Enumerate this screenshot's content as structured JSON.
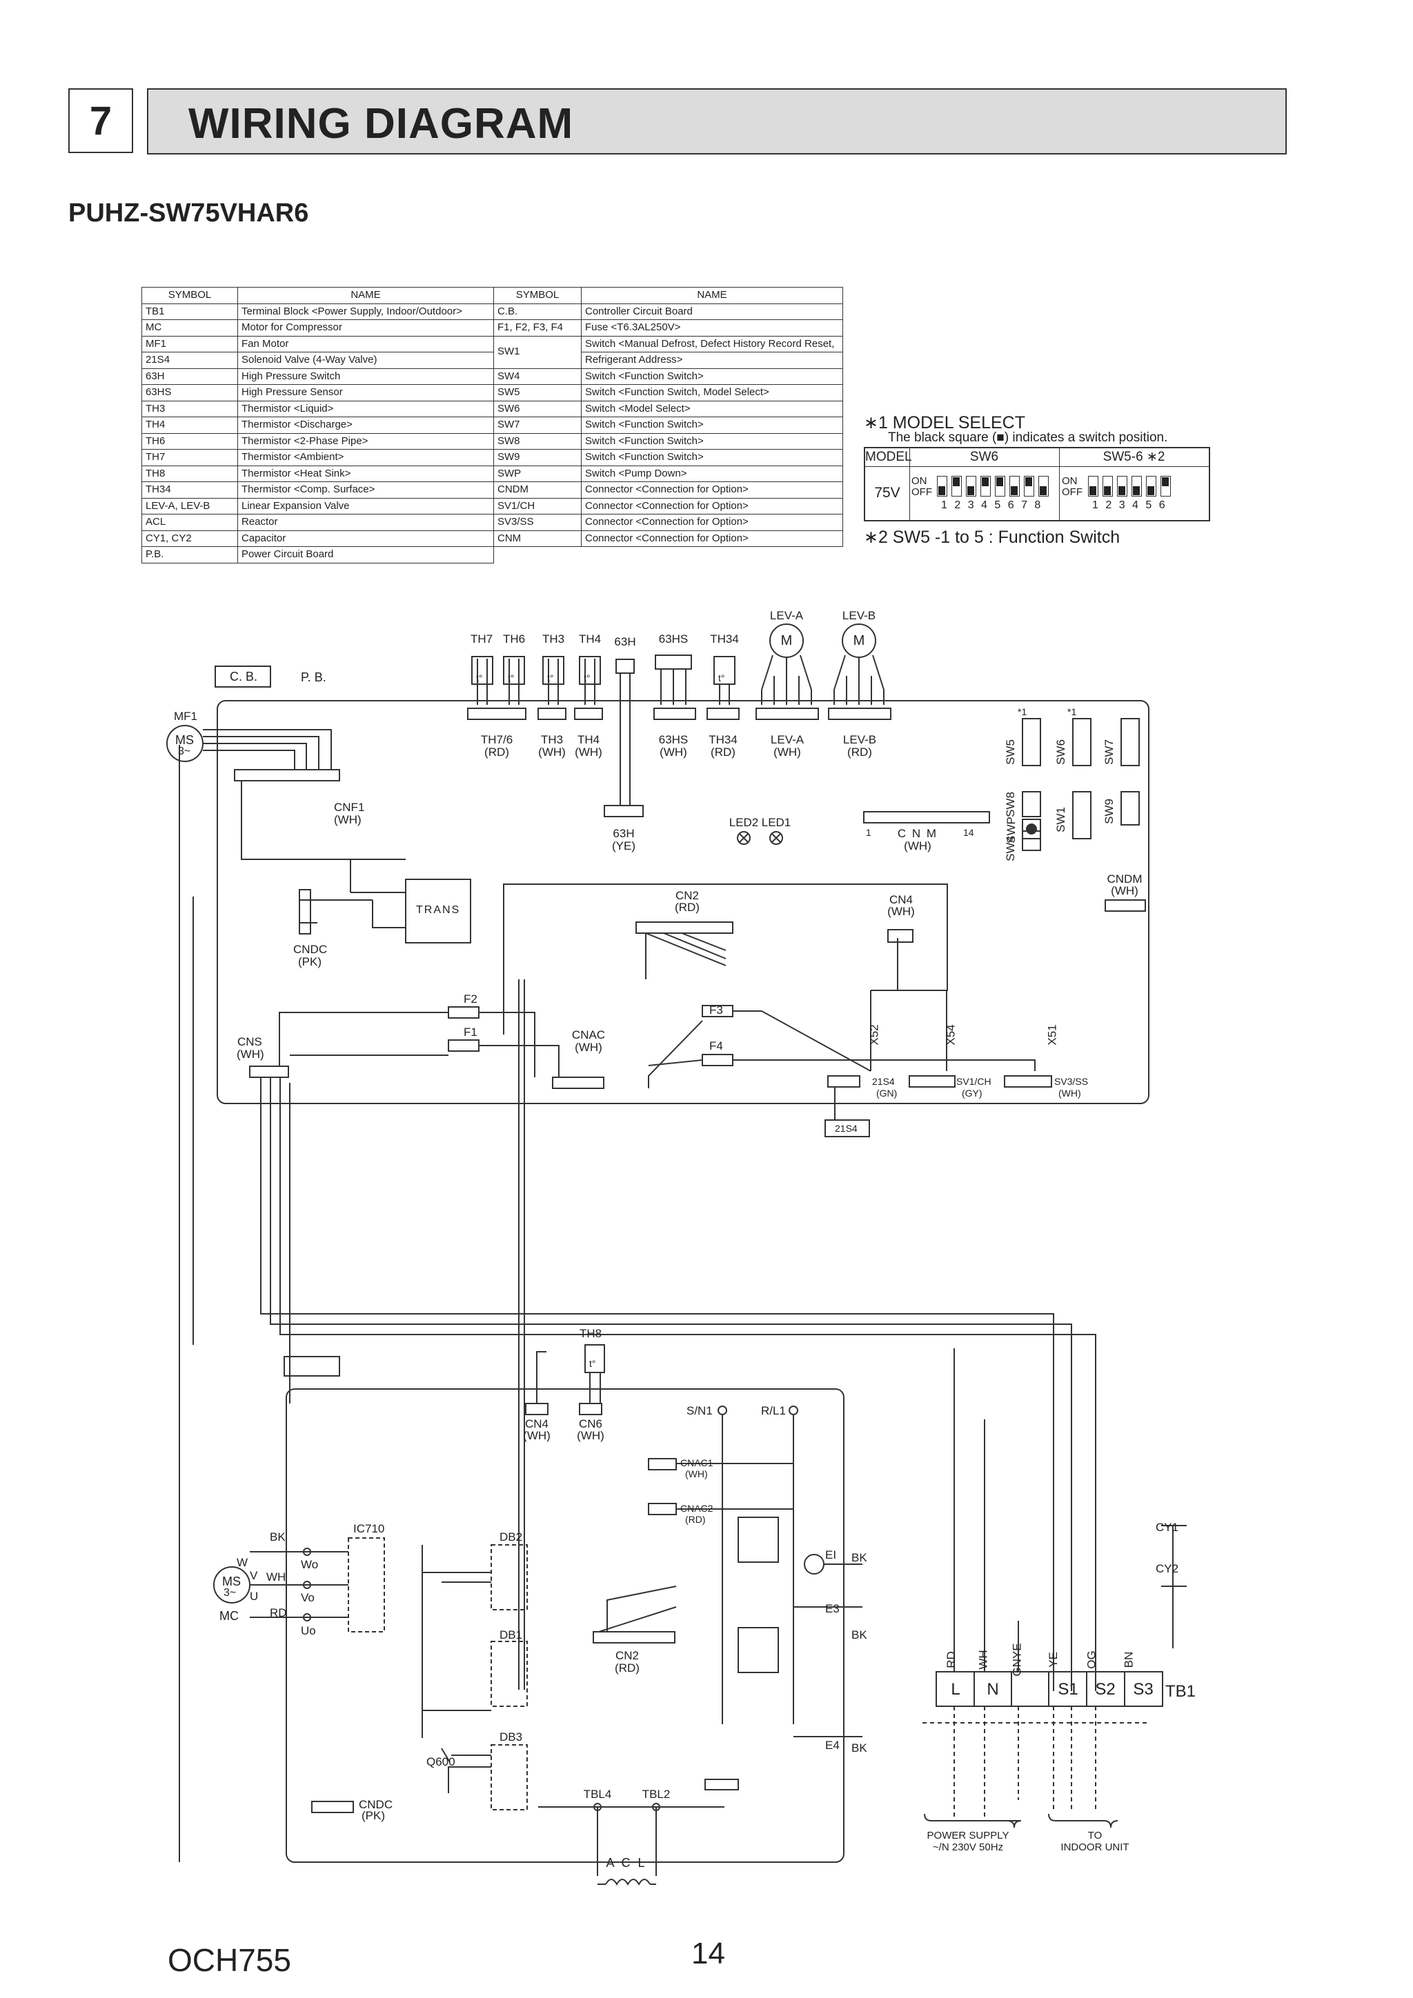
{
  "header": {
    "section_number": "7",
    "title": "WIRING DIAGRAM",
    "model": "PUHZ-SW75VHAR6"
  },
  "symbol_table": {
    "header": {
      "symbol": "SYMBOL",
      "name": "NAME"
    },
    "left": [
      {
        "symbol": "TB1",
        "name": "Terminal Block <Power Supply, Indoor/Outdoor>"
      },
      {
        "symbol": "MC",
        "name": "Motor for Compressor"
      },
      {
        "symbol": "MF1",
        "name": "Fan Motor"
      },
      {
        "symbol": "21S4",
        "name": "Solenoid Valve (4-Way Valve)"
      },
      {
        "symbol": "63H",
        "name": "High Pressure Switch"
      },
      {
        "symbol": "63HS",
        "name": "High Pressure Sensor"
      },
      {
        "symbol": "TH3",
        "name": "Thermistor <Liquid>"
      },
      {
        "symbol": "TH4",
        "name": "Thermistor <Discharge>"
      },
      {
        "symbol": "TH6",
        "name": "Thermistor <2-Phase Pipe>"
      },
      {
        "symbol": "TH7",
        "name": "Thermistor <Ambient>"
      },
      {
        "symbol": "TH8",
        "name": "Thermistor <Heat Sink>"
      },
      {
        "symbol": "TH34",
        "name": "Thermistor <Comp. Surface>"
      },
      {
        "symbol": "LEV-A, LEV-B",
        "name": "Linear Expansion Valve"
      },
      {
        "symbol": "ACL",
        "name": "Reactor"
      },
      {
        "symbol": "CY1, CY2",
        "name": "Capacitor"
      },
      {
        "symbol": "P.B.",
        "name": "Power Circuit Board"
      }
    ],
    "right": [
      {
        "symbol": "C.B.",
        "name": "Controller Circuit Board"
      },
      {
        "symbol": "F1, F2, F3, F4",
        "name": "Fuse <T6.3AL250V>"
      },
      {
        "symbol": "SW1",
        "name": "Switch <Manual Defrost, Defect History Record Reset,",
        "name2": "Refrigerant Address>"
      },
      {
        "symbol": "SW4",
        "name": "Switch <Function Switch>"
      },
      {
        "symbol": "SW5",
        "name": "Switch <Function Switch, Model Select>"
      },
      {
        "symbol": "SW6",
        "name": "Switch <Model Select>"
      },
      {
        "symbol": "SW7",
        "name": "Switch <Function Switch>"
      },
      {
        "symbol": "SW8",
        "name": "Switch <Function Switch>"
      },
      {
        "symbol": "SW9",
        "name": "Switch <Function Switch>"
      },
      {
        "symbol": "SWP",
        "name": "Switch <Pump Down>"
      },
      {
        "symbol": "CNDM",
        "name": "Connector <Connection for Option>"
      },
      {
        "symbol": "SV1/CH",
        "name": "Connector <Connection for Option>"
      },
      {
        "symbol": "SV3/SS",
        "name": "Connector <Connection for Option>"
      },
      {
        "symbol": "CNM",
        "name": "Connector <Connection for Option>"
      }
    ]
  },
  "model_select": {
    "note": "∗1 MODEL SELECT",
    "sub": "The black square (■) indicates a switch position.",
    "col_model": "MODEL",
    "col_sw6": "SW6",
    "col_sw56": "SW5-6 ∗2",
    "model": "75V",
    "on": "ON",
    "off": "OFF",
    "sw6_digits": "1 2 3 4 5 6 7 8",
    "sw56_digits": "1 2 3 4 5 6",
    "sw6_on": [
      false,
      true,
      false,
      true,
      true,
      false,
      true,
      false
    ],
    "sw56_on": [
      false,
      false,
      false,
      false,
      false,
      true
    ],
    "note2": "∗2  SW5 -1 to 5 : Function Switch"
  },
  "diagram": {
    "cb": "C. B.",
    "pb": "P. B.",
    "mf1": "MF1",
    "ms": "MS",
    "phase": "3~",
    "mc": "MC",
    "th7": "TH7",
    "th6": "TH6",
    "th3": "TH3",
    "th4": "TH4",
    "h63": "63H",
    "hs63": "63HS",
    "th34": "TH34",
    "leva": "LEV-A",
    "levb": "LEV-B",
    "m": "M",
    "tdeg": "t°",
    "conn_th76": "TH7/6",
    "conn_th3": "TH3",
    "conn_th4": "TH4",
    "conn_63hs": "63HS",
    "conn_th34": "TH34",
    "conn_leva": "LEV-A",
    "conn_levb": "LEV-B",
    "rd": "(RD)",
    "wh": "(WH)",
    "ye": "(YE)",
    "pk": "(PK)",
    "gn": "(GN)",
    "gy": "(GY)",
    "cnf1": "CNF1",
    "conn_63h": "63H",
    "led2": "LED2",
    "led1": "LED1",
    "cnm": "C N M",
    "sw5": "SW5",
    "sw6": "SW6",
    "sw7": "SW7",
    "sw8": "SW8",
    "swp": "SWP",
    "sw1": "SW1",
    "sw9": "SW9",
    "sw4": "SW4",
    "star1": "*1",
    "cndm": "CNDM",
    "trans": "TRANS",
    "cndc": "CNDC",
    "cn2": "CN2",
    "cn4": "CN4",
    "cns": "CNS",
    "cnac": "CNAC",
    "f1": "F1",
    "f2": "F2",
    "f3": "F3",
    "f4": "F4",
    "x52": "X52",
    "x54": "X54",
    "x51": "X51",
    "c21s4": "21S4",
    "sv1ch": "SV1/CH",
    "sv3ss": "SV3/SS",
    "box21s4": "21S4",
    "th8": "TH8",
    "cn6": "CN6",
    "sn1": "S/N1",
    "rl1": "R/L1",
    "cnac1": "CNAC1",
    "cnac2": "CNAC2",
    "ic710": "IC710",
    "db1": "DB1",
    "db2": "DB2",
    "db3": "DB3",
    "q600": "Q600",
    "bk": "BK",
    "wh_w": "WH",
    "rd_w": "RD",
    "wo": "Wo",
    "vo": "Vo",
    "uo": "Uo",
    "w": "W",
    "v": "V",
    "u": "U",
    "ei": "EI",
    "e3": "E3",
    "e4": "E4",
    "tbl4": "TBL4",
    "tbl2": "TBL2",
    "acl": "A C L",
    "cy1": "CY1",
    "cy2": "CY2",
    "tb1": "TB1",
    "wire_rd": "RD",
    "wire_wh": "WH",
    "wire_gnye": "GNYE",
    "wire_ye": "YE",
    "wire_og": "OG",
    "wire_bn": "BN",
    "term_l": "L",
    "term_n": "N",
    "term_s1": "S1",
    "term_s2": "S2",
    "term_s3": "S3",
    "power_supply": "POWER SUPPLY",
    "power_spec": "~/N 230V 50Hz",
    "to": "TO",
    "indoor_unit": "INDOOR UNIT",
    "n1": "1",
    "n2": "2",
    "n3": "3",
    "n4": "4",
    "n5": "5",
    "n7": "7",
    "n14": "14",
    "plus": "+",
    "minus": "−",
    "tilde": "~"
  },
  "footer": {
    "code": "OCH755",
    "page": "14"
  }
}
